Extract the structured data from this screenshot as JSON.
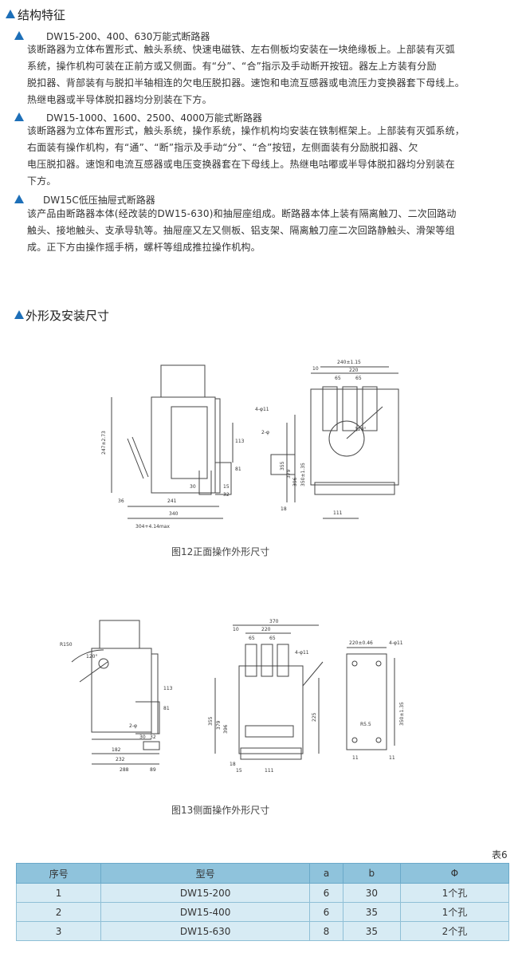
{
  "section1": {
    "title": "结构特征",
    "items": [
      {
        "subtitle": "DW15-200、400、630万能式断路器",
        "lines": [
          "该断路器为立体布置形式、触头系统、快速电磁铁、左右侧板均安装在一块绝缘板上。上部装有灭弧",
          "系统，操作机构可装在正前方或又侧面。有“分”、“合”指示及手动断开按钮。器左上方装有分励",
          "脱扣器、背部装有与脱扣半轴相连的欠电压脱扣器。速饱和电流互感器或电流压力变换器套下母线上。",
          "热继电器或半导体脱扣器均分别装在下方。"
        ]
      },
      {
        "subtitle": "DW15-1000、1600、2500、4000万能式断路器",
        "lines": [
          "该断路器为立体布置形式，触头系统，操作系统，操作机构均安装在铁制框架上。上部装有灭弧系统，",
          "右面装有操作机构，有“通”、“断”指示及手动“分”、“合”按钮，左侧面装有分励脱扣器、欠",
          "电压脱扣器。速饱和电流互感器或电压变换器套在下母线上。热继电咕嘟或半导体脱扣器均分别装在",
          "下方。"
        ]
      },
      {
        "subtitle": "DW15C低压抽屉式断路器",
        "lines": [
          "该产品由断路器本体(经改装的DW15-630)和抽屉座组成。断路器本体上装有隔离触刀、二次回路动",
          "触头、接地触头、支承导轨等。抽屉座又左又侧板、铝支架、隔离触刀座二次回路静触头、滑架等组",
          "成。正下方由操作摇手柄，螺杆等组成推拉操作机构。"
        ]
      }
    ]
  },
  "section2": {
    "title": "外形及安装尺寸"
  },
  "figure12": {
    "caption": "图12正面操作外形尺寸",
    "dims": [
      "240±1.15",
      "10",
      "220",
      "65",
      "65",
      "4-φ11",
      "2-φ",
      "247±2.73",
      "113",
      "81",
      "355",
      "379",
      "396",
      "350±1.35",
      "30",
      "15",
      "32",
      "36",
      "241",
      "340",
      "304+4.14max",
      "111",
      "18",
      "120°"
    ]
  },
  "figure13": {
    "caption": "图13侧面操作外形尺寸",
    "dims": [
      "R150",
      "120°",
      "182",
      "232",
      "288",
      "89",
      "30",
      "32",
      "113",
      "81",
      "370",
      "220",
      "10",
      "65",
      "65",
      "4-φ11",
      "355",
      "379",
      "396",
      "225",
      "18",
      "15",
      "111",
      "220±0.46",
      "4-φ11",
      "R5.5",
      "11",
      "11",
      "350±1.35",
      "2-φ"
    ]
  },
  "table6": {
    "label": "表6",
    "headers": [
      "序号",
      "型号",
      "a",
      "b",
      "Φ"
    ],
    "rows": [
      [
        "1",
        "DW15-200",
        "6",
        "30",
        "1个孔"
      ],
      [
        "2",
        "DW15-400",
        "6",
        "35",
        "1个孔"
      ],
      [
        "3",
        "DW15-630",
        "8",
        "35",
        "2个孔"
      ]
    ]
  },
  "colors": {
    "accent": "#1d6fb8",
    "table_header": "#8fc3dc",
    "table_row": "#d7ebf4"
  }
}
